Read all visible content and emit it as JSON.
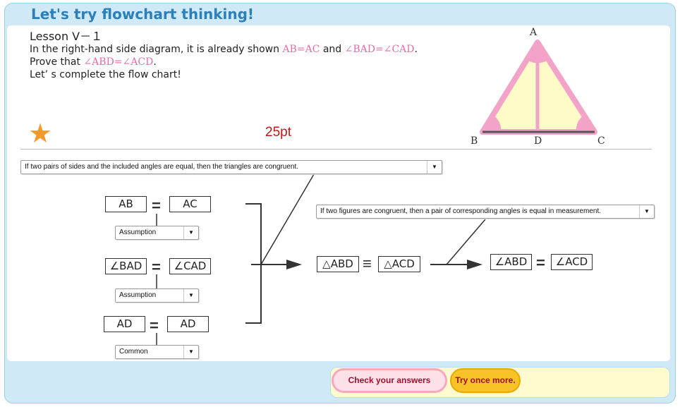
{
  "app": {
    "title": "Let's try flowchart thinking!"
  },
  "lesson": {
    "heading": "Lesson Ⅴ－１",
    "line1_prefix": "In the right-hand side diagram, it is already shown ",
    "line1_g1": "AB=AC",
    "line1_mid": " and ",
    "line1_g2": "∠BAD=∠CAD",
    "line1_suffix": ".",
    "line2_prefix": "Prove that ",
    "line2_goal": "∠ABD=∠ACD",
    "line2_suffix": ".",
    "line3": "Let’ s complete the flow chart!"
  },
  "diagram": {
    "vertex_a": "A",
    "vertex_b": "B",
    "vertex_c": "C",
    "vertex_d": "D"
  },
  "score": {
    "points": "25pt",
    "icon": "star-icon"
  },
  "flow": {
    "reason_top": "If two pairs of sides and the included angles are equal, then the triangles are congruent.",
    "reason_mid": "If two figures are congruent, then a pair of corresponding angles is equal in measurement.",
    "row1": {
      "left": "AB",
      "right": "AC",
      "reason": "Assumption"
    },
    "row2": {
      "left": "∠BAD",
      "right": "∠CAD",
      "reason": "Assumption"
    },
    "row3": {
      "left": "AD",
      "right": "AD",
      "reason": "Common"
    },
    "congruence": {
      "left": "△ABD",
      "right": "△ACD",
      "symbol": "≡"
    },
    "conclusion": {
      "left": "∠ABD",
      "right": "∠ACD",
      "symbol": "="
    },
    "equals": "="
  },
  "buttons": {
    "check": "Check your answers",
    "retry": "Try once more."
  },
  "colors": {
    "triangle_fill": "#fdfbc8",
    "triangle_edge": "#f4a3c8",
    "accent": "#2d7fb8"
  }
}
